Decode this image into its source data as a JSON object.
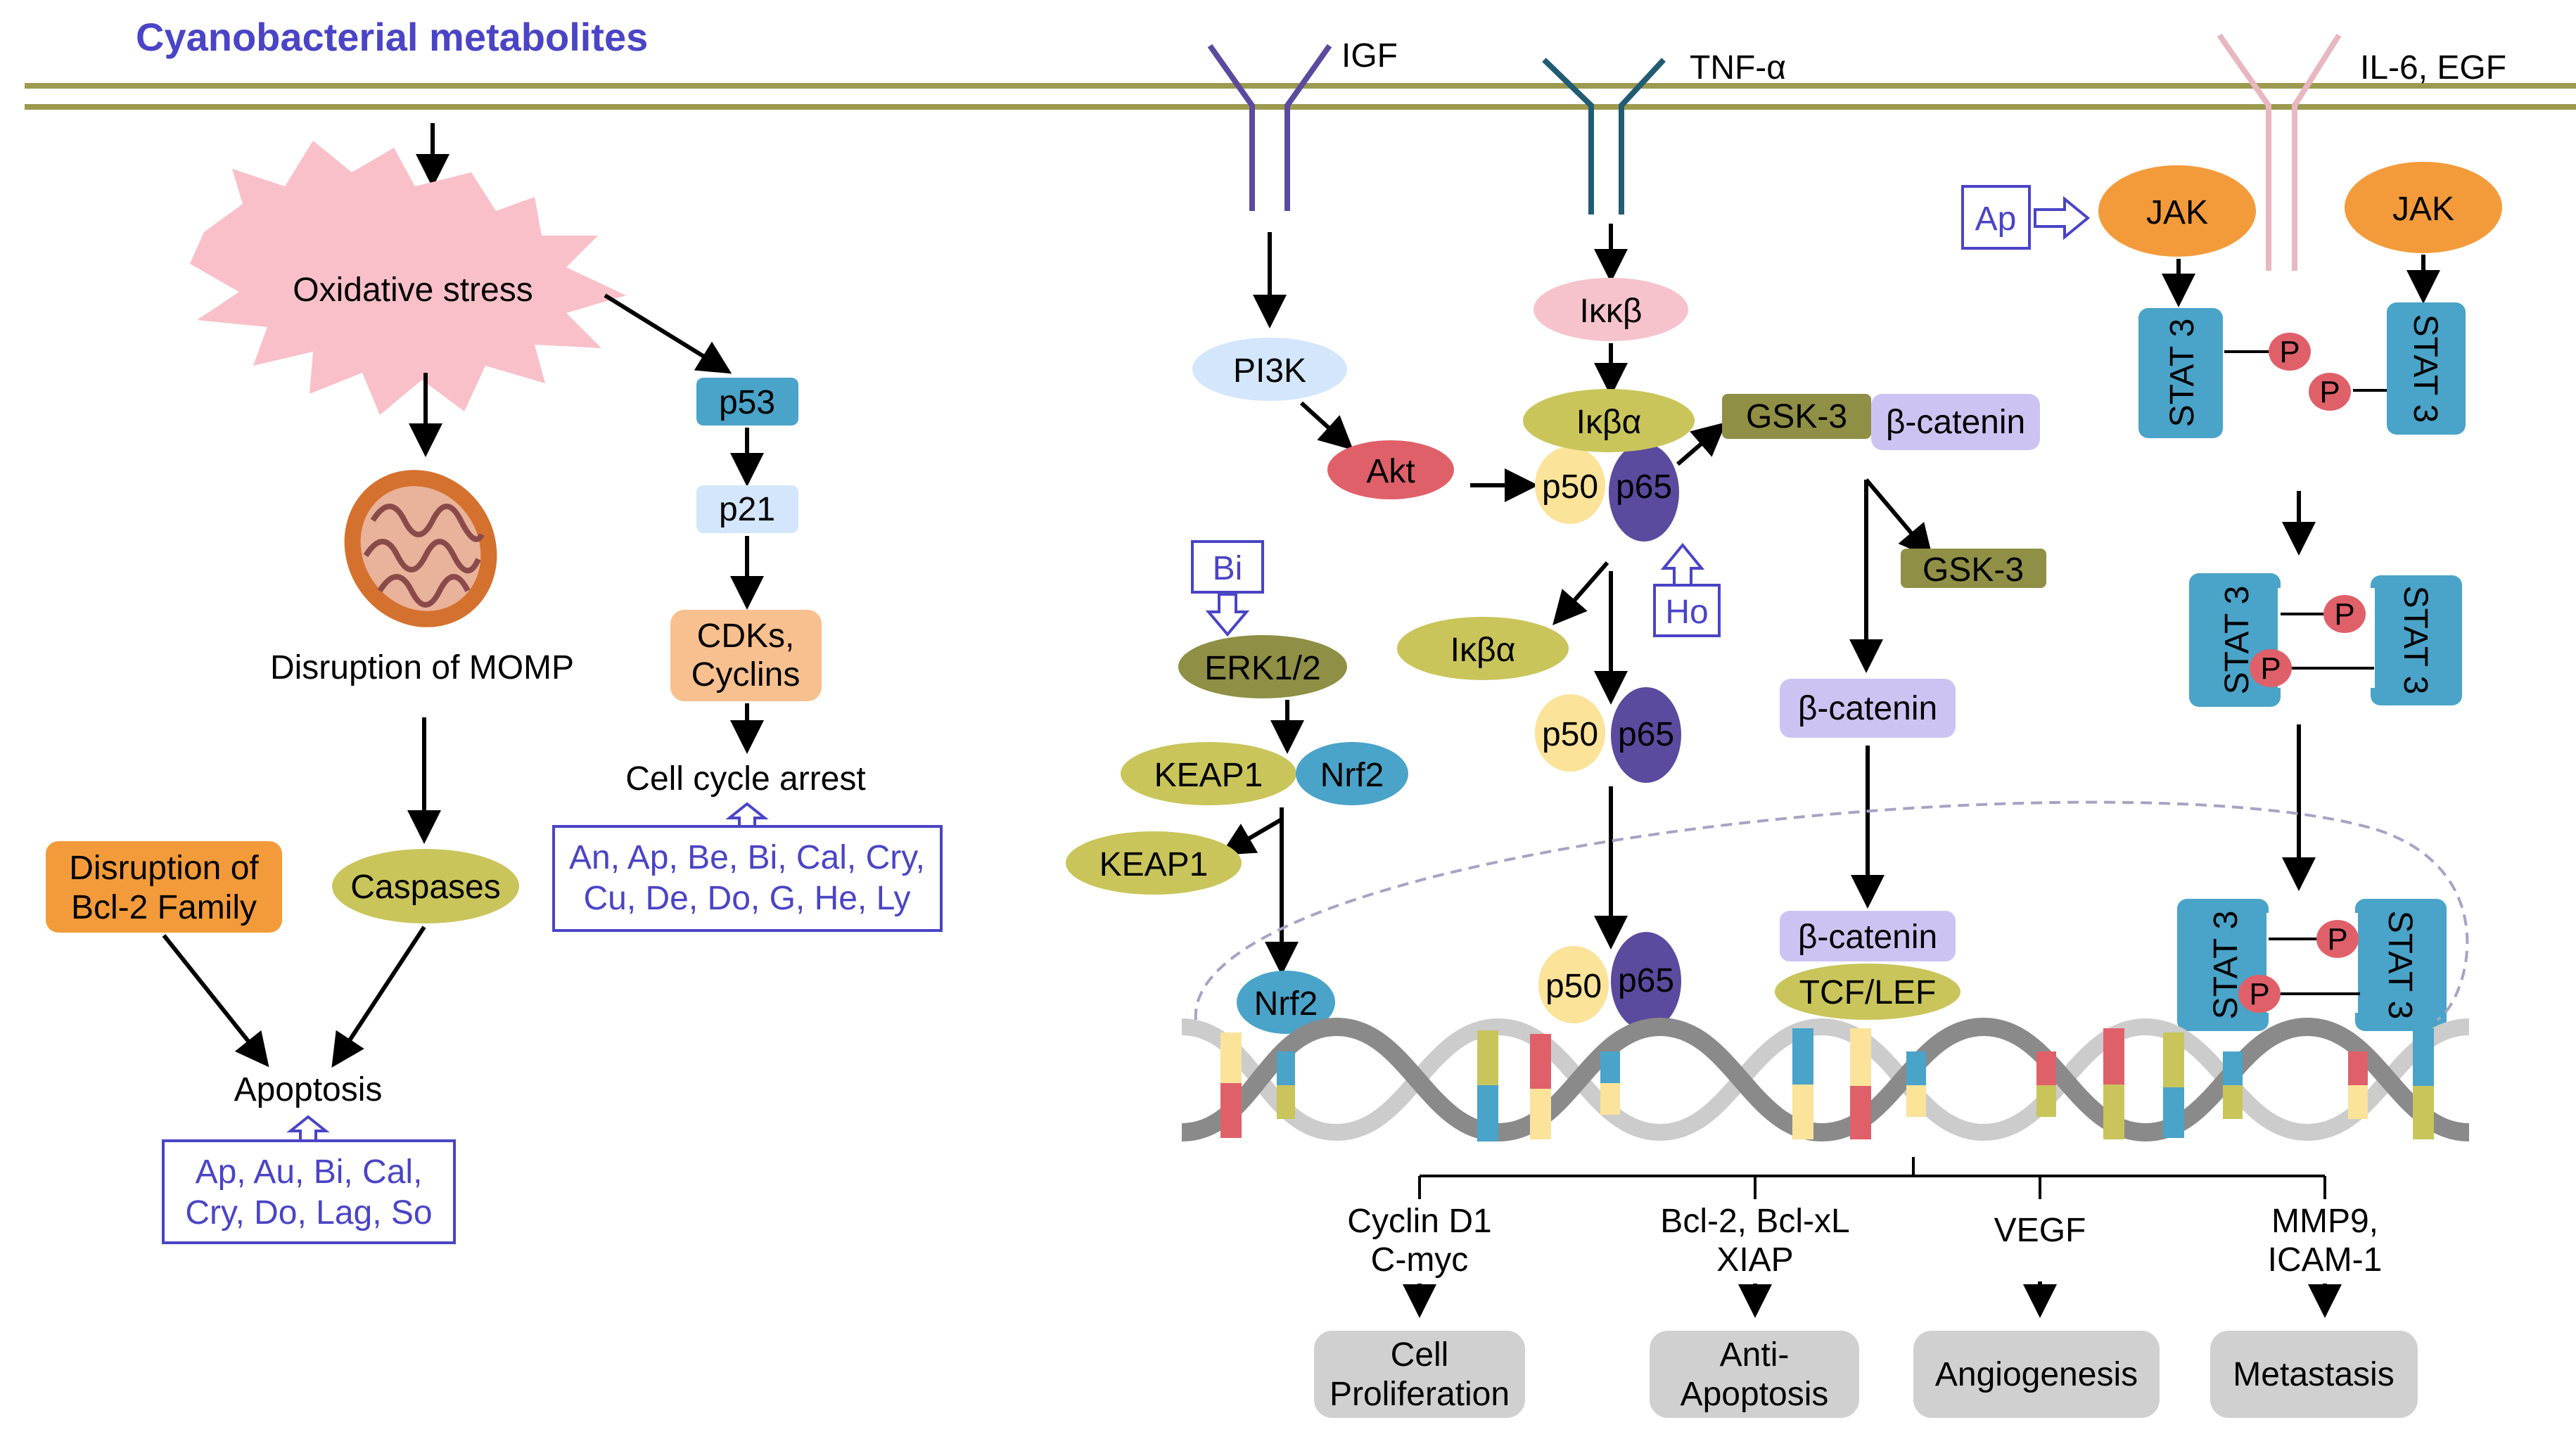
{
  "title": "Cyanobacterial metabolites",
  "receptors": {
    "igf": "IGF",
    "tnf": "TNF-α",
    "il6": "IL-6, EGF"
  },
  "left": {
    "oxidative_stress": "Oxidative stress",
    "momp": "Disruption of MOMP",
    "caspases": "Caspases",
    "bcl2_line1": "Disruption of",
    "bcl2_line2": "Bcl-2 Family",
    "apoptosis": "Apoptosis",
    "apoptosis_drugs_line1": "Ap, Au, Bi, Cal,",
    "apoptosis_drugs_line2": "Cry, Do, Lag, So",
    "p53": "p53",
    "p21": "p21",
    "cdks_line1": "CDKs,",
    "cdks_line2": "Cyclins",
    "cell_cycle_arrest": "Cell cycle arrest",
    "cycle_drugs_line1": "An, Ap, Be, Bi, Cal, Cry,",
    "cycle_drugs_line2": "Cu, De, Do, G, He, Ly"
  },
  "pi3k": {
    "pi3k": "PI3K",
    "akt": "Akt",
    "bi": "Bi",
    "erk": "ERK1/2",
    "keap1": "KEAP1",
    "nrf2": "Nrf2",
    "keap1_free": "KEAP1",
    "nrf2_nucleus": "Nrf2"
  },
  "nfkb": {
    "ikkb": "Iκκβ",
    "ikba": "Iκβα",
    "p50": "p50",
    "p65": "p65",
    "ho": "Ho",
    "ikba_free": "Iκβα",
    "p50_mid": "p50",
    "p65_mid": "p65",
    "p50_nuc": "p50",
    "p65_nuc": "p65"
  },
  "wnt": {
    "gsk3_a": "GSK-3",
    "bcat_a": "β-catenin",
    "gsk3_b": "GSK-3",
    "bcat_b": "β-catenin",
    "bcat_c": "β-catenin",
    "tcf": "TCF/LEF"
  },
  "jak": {
    "ap": "Ap",
    "jak1": "JAK",
    "jak2": "JAK",
    "stat": "STAT 3",
    "p": "P"
  },
  "genes": {
    "g1_line1": "Cyclin D1",
    "g1_line2": "C-myc",
    "g2_line1": "Bcl-2, Bcl-xL",
    "g2_line2": "XIAP",
    "g3": "VEGF",
    "g4_line1": "MMP9,",
    "g4_line2": "ICAM-1"
  },
  "outcomes": {
    "o1_line1": "Cell",
    "o1_line2": "Proliferation",
    "o2_line1": "Anti-",
    "o2_line2": "Apoptosis",
    "o3": "Angiogenesis",
    "o4": "Metastasis"
  },
  "colors": {
    "membrane": "#9c9a4f",
    "drug_text": "#4a44c6",
    "oxidative_burst": "#f9c0c9",
    "teal_box": "#4aa3c8",
    "olive": "#c9c55b",
    "dark_olive": "#8f8f45",
    "purple": "#5b4a9e",
    "lavender": "#cdc3f3",
    "light_blue": "#d3e6fb",
    "peach": "#f8c08f",
    "orange": "#f39b3a",
    "red": "#e0606a",
    "pink": "#f6c3cc",
    "yellow": "#fbe39a",
    "grey_box": "#d0d0d0"
  }
}
